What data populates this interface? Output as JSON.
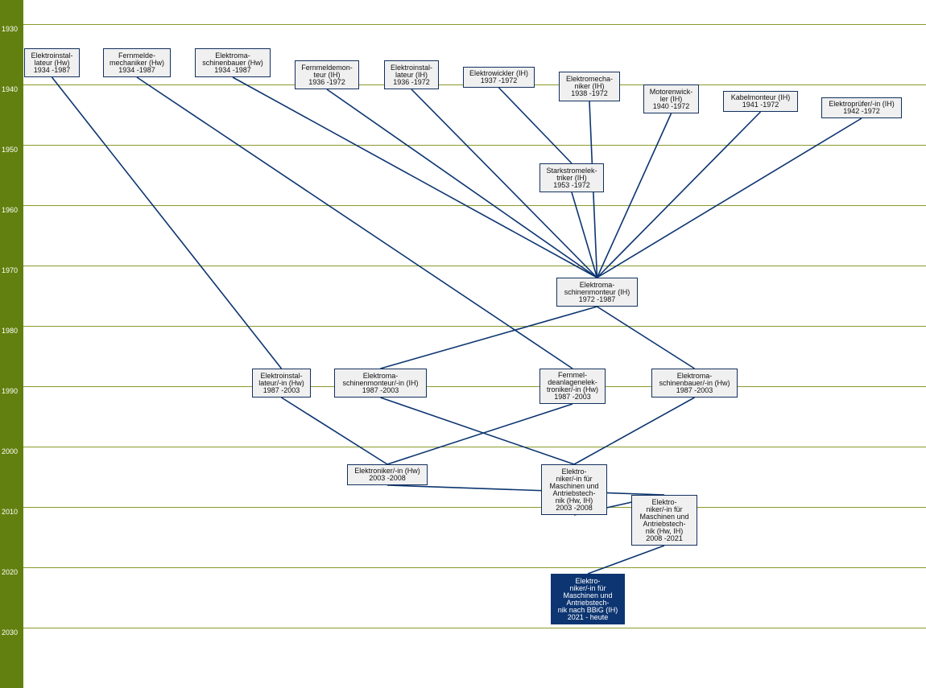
{
  "colors": {
    "sidebar": "#62800f",
    "gridline": "#8a9a2a",
    "link": "#0d3571",
    "node_bg": "#f0f0f0",
    "current_bg": "#0d3571"
  },
  "years": [
    "1930",
    "1940",
    "1950",
    "1960",
    "1970",
    "1980",
    "1990",
    "2000",
    "2010",
    "2020",
    "2030"
  ],
  "nodes": [
    {
      "id": "n1",
      "lines": [
        "Elektroinstal-",
        "lateur (Hw)",
        "1934 -1987"
      ]
    },
    {
      "id": "n2",
      "lines": [
        "Fernmelde-",
        "mechaniker (Hw)",
        "1934 -1987"
      ]
    },
    {
      "id": "n3",
      "lines": [
        "Elektroma-",
        "schinenbauer (Hw)",
        "1934 -1987"
      ]
    },
    {
      "id": "n4",
      "lines": [
        "Fernmeldemon-",
        "teur (IH)",
        "1936 -1972"
      ]
    },
    {
      "id": "n5",
      "lines": [
        "Elektroinstal-",
        "lateur (IH)",
        "1936 -1972"
      ]
    },
    {
      "id": "n6",
      "lines": [
        "Elektrowickler (IH)",
        "1937 -1972"
      ]
    },
    {
      "id": "n7",
      "lines": [
        "Elektromecha-",
        "niker (IH)",
        "1938 -1972"
      ]
    },
    {
      "id": "n8",
      "lines": [
        "Motorenwick-",
        "ler (IH)",
        "1940 -1972"
      ]
    },
    {
      "id": "n9",
      "lines": [
        "Kabelmonteur (IH)",
        "1941 -1972"
      ]
    },
    {
      "id": "n10",
      "lines": [
        "Elektroprüfer/-in (IH)",
        "1942 -1972"
      ]
    },
    {
      "id": "n11",
      "lines": [
        "Starkstromelek-",
        "triker (IH)",
        "1953 -1972"
      ]
    },
    {
      "id": "n12",
      "lines": [
        "Elektroma-",
        "schinenmonteur (IH)",
        "1972 -1987"
      ]
    },
    {
      "id": "n13",
      "lines": [
        "Elektroinstal-",
        "lateur/-in (Hw)",
        "1987 -2003"
      ]
    },
    {
      "id": "n14",
      "lines": [
        "Elektroma-",
        "schinenmonteur/-in (IH)",
        "1987 -2003"
      ]
    },
    {
      "id": "n15",
      "lines": [
        "Fernmel-",
        "deanlagenelek-",
        "troniker/-in (Hw)",
        "1987 -2003"
      ]
    },
    {
      "id": "n16",
      "lines": [
        "Elektroma-",
        "schinenbauer/-in (Hw)",
        "1987 -2003"
      ]
    },
    {
      "id": "n17",
      "lines": [
        "Elektroniker/-in (Hw)",
        "2003 -2008"
      ]
    },
    {
      "id": "n18",
      "lines": [
        "Elektro-",
        "niker/-in für",
        "Maschinen und",
        "Antriebstech-",
        "nik (Hw, IH)",
        "2003 -2008"
      ]
    },
    {
      "id": "n19",
      "lines": [
        "Elektro-",
        "niker/-in für",
        "Maschinen und",
        "Antriebstech-",
        "nik (Hw, IH)",
        "2008 -2021"
      ]
    },
    {
      "id": "n20",
      "current": true,
      "lines": [
        "Elektro-",
        "niker/-in für",
        "Maschinen und",
        "Antriebstech-",
        "nik nach BBiG (IH)",
        "2021 - heute"
      ]
    }
  ],
  "edges": [
    [
      "n1",
      "n13"
    ],
    [
      "n2",
      "n15"
    ],
    [
      "n3",
      "n12"
    ],
    [
      "n4",
      "n12"
    ],
    [
      "n5",
      "n12"
    ],
    [
      "n6",
      "n11"
    ],
    [
      "n7",
      "n12"
    ],
    [
      "n8",
      "n12"
    ],
    [
      "n9",
      "n12"
    ],
    [
      "n10",
      "n12"
    ],
    [
      "n11",
      "n12"
    ],
    [
      "n12",
      "n14"
    ],
    [
      "n12",
      "n16"
    ],
    [
      "n13",
      "n17"
    ],
    [
      "n15",
      "n17"
    ],
    [
      "n14",
      "n18"
    ],
    [
      "n16",
      "n18"
    ],
    [
      "n17",
      "n19"
    ],
    [
      "n18",
      "n19"
    ],
    [
      "n19",
      "n20"
    ]
  ]
}
